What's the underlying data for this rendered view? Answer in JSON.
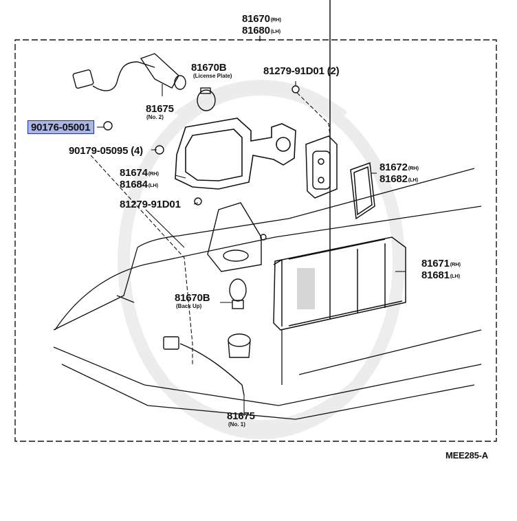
{
  "diagram": {
    "assembly": {
      "part_rh": "81670",
      "rh": "(RH)",
      "part_lh": "81680",
      "lh": "(LH)"
    },
    "screw_top": {
      "part": "81279-91D01",
      "qty": "(2)"
    },
    "bulb_license": {
      "part": "81670B",
      "note": "(License Plate)"
    },
    "socket_no2": {
      "part": "81675",
      "note": "(No. 2)"
    },
    "highlighted_nut": {
      "part": "90176-05001"
    },
    "nut_qty": {
      "part": "90179-05095",
      "qty": "(4)"
    },
    "gasket_main": {
      "part_rh": "81674",
      "rh": "(RH)",
      "part_lh": "81684",
      "lh": "(LH)"
    },
    "gasket_lens": {
      "part_rh": "81672",
      "rh": "(RH)",
      "part_lh": "81682",
      "lh": "(LH)"
    },
    "screw_mid": {
      "part": "81279-91D01"
    },
    "lens_unit": {
      "part_rh": "81671",
      "rh": "(RH)",
      "part_lh": "81681",
      "lh": "(LH)"
    },
    "bulb_backup": {
      "part": "81670B",
      "note": "(Back Up)"
    },
    "socket_no1": {
      "part": "81675",
      "note": "(No. 1)"
    },
    "figure_code": "MEE285-A",
    "highlight_color": "#aab6e6",
    "highlight_border": "#1e2f9c",
    "line_color": "#111111"
  }
}
